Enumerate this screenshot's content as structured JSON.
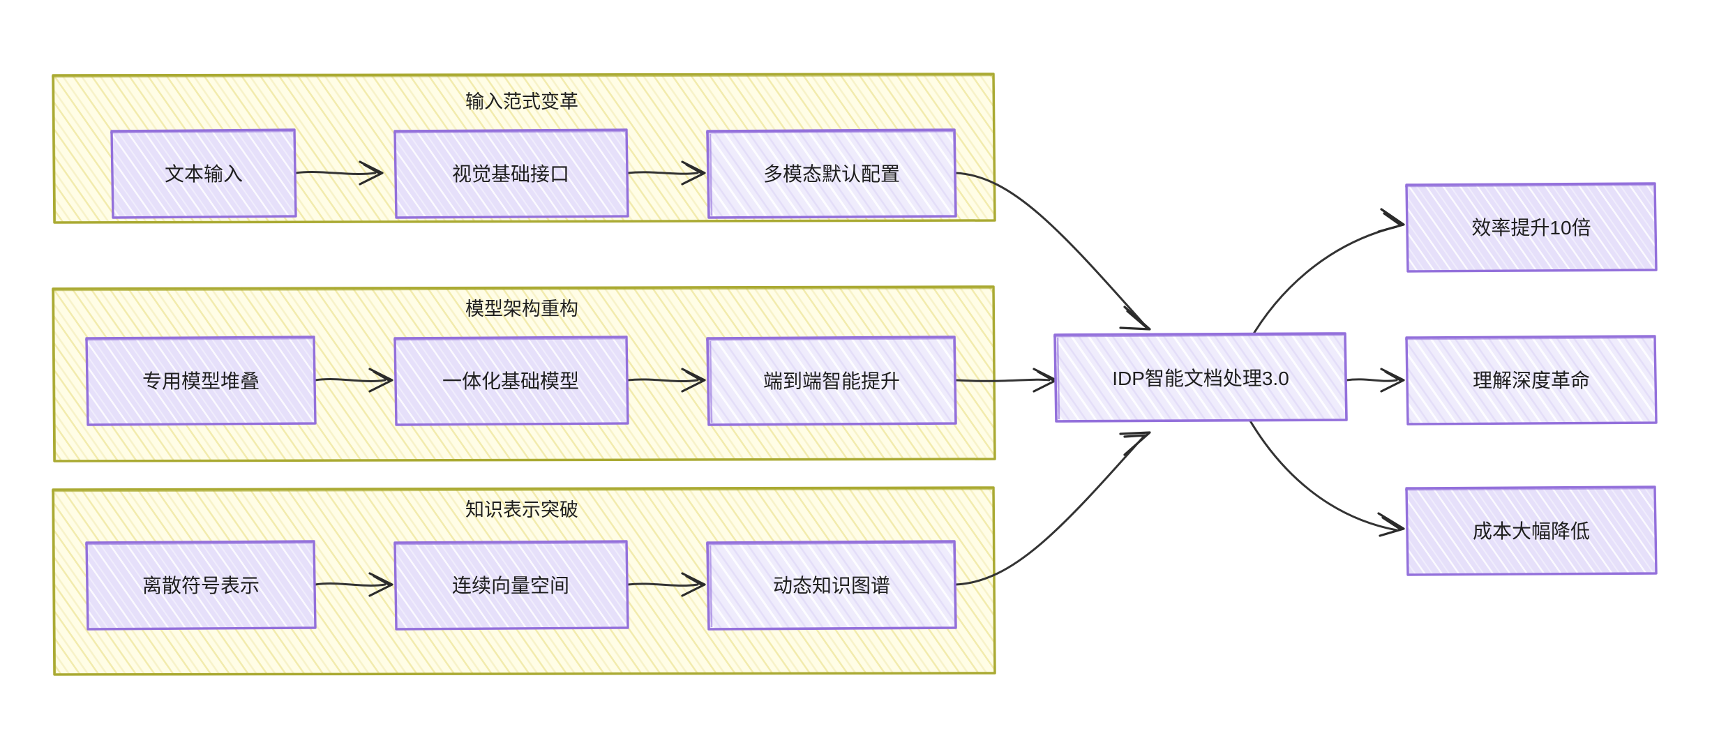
{
  "diagram": {
    "type": "flowchart",
    "direction": "left-to-right",
    "style": "hand-drawn-sketch",
    "background": "#ffffff",
    "colors": {
      "cluster_border": "#aaaa33",
      "cluster_fill": "#fffde6",
      "cluster_hatch": "#f5f0b0",
      "node_border": "#9370db",
      "node_fill": "#e6e0fa",
      "node_hatch": "#ffffff",
      "edge_stroke": "#333333",
      "text": "#1f1f1f"
    }
  },
  "clusters": [
    {
      "id": "cluster-input",
      "title": "输入范式变革"
    },
    {
      "id": "cluster-model",
      "title": "模型架构重构"
    },
    {
      "id": "cluster-knowledge",
      "title": "知识表示突破"
    }
  ],
  "nodes": {
    "a1": {
      "label": "文本输入"
    },
    "a2": {
      "label": "视觉基础接口"
    },
    "a3": {
      "label": "多模态默认配置"
    },
    "b1": {
      "label": "专用模型堆叠"
    },
    "b2": {
      "label": "一体化基础模型"
    },
    "b3": {
      "label": "端到端智能提升"
    },
    "c1": {
      "label": "离散符号表示"
    },
    "c2": {
      "label": "连续向量空间"
    },
    "c3": {
      "label": "动态知识图谱"
    },
    "core": {
      "label": "IDP智能文档处理3.0"
    },
    "r1": {
      "label": "效率提升10倍"
    },
    "r2": {
      "label": "理解深度革命"
    },
    "r3": {
      "label": "成本大幅降低"
    }
  },
  "edges": [
    {
      "from": "文本输入",
      "to": "视觉基础接口",
      "arrow": "open"
    },
    {
      "from": "视觉基础接口",
      "to": "多模态默认配置",
      "arrow": "open"
    },
    {
      "from": "多模态默认配置",
      "to": "IDP智能文档处理3.0",
      "arrow": "open"
    },
    {
      "from": "专用模型堆叠",
      "to": "一体化基础模型",
      "arrow": "open"
    },
    {
      "from": "一体化基础模型",
      "to": "端到端智能提升",
      "arrow": "open"
    },
    {
      "from": "端到端智能提升",
      "to": "IDP智能文档处理3.0",
      "arrow": "open"
    },
    {
      "from": "离散符号表示",
      "to": "连续向量空间",
      "arrow": "open"
    },
    {
      "from": "连续向量空间",
      "to": "动态知识图谱",
      "arrow": "open"
    },
    {
      "from": "动态知识图谱",
      "to": "IDP智能文档处理3.0",
      "arrow": "open"
    },
    {
      "from": "IDP智能文档处理3.0",
      "to": "效率提升10倍",
      "arrow": "open"
    },
    {
      "from": "IDP智能文档处理3.0",
      "to": "理解深度革命",
      "arrow": "open"
    },
    {
      "from": "IDP智能文档处理3.0",
      "to": "成本大幅降低",
      "arrow": "open"
    }
  ]
}
